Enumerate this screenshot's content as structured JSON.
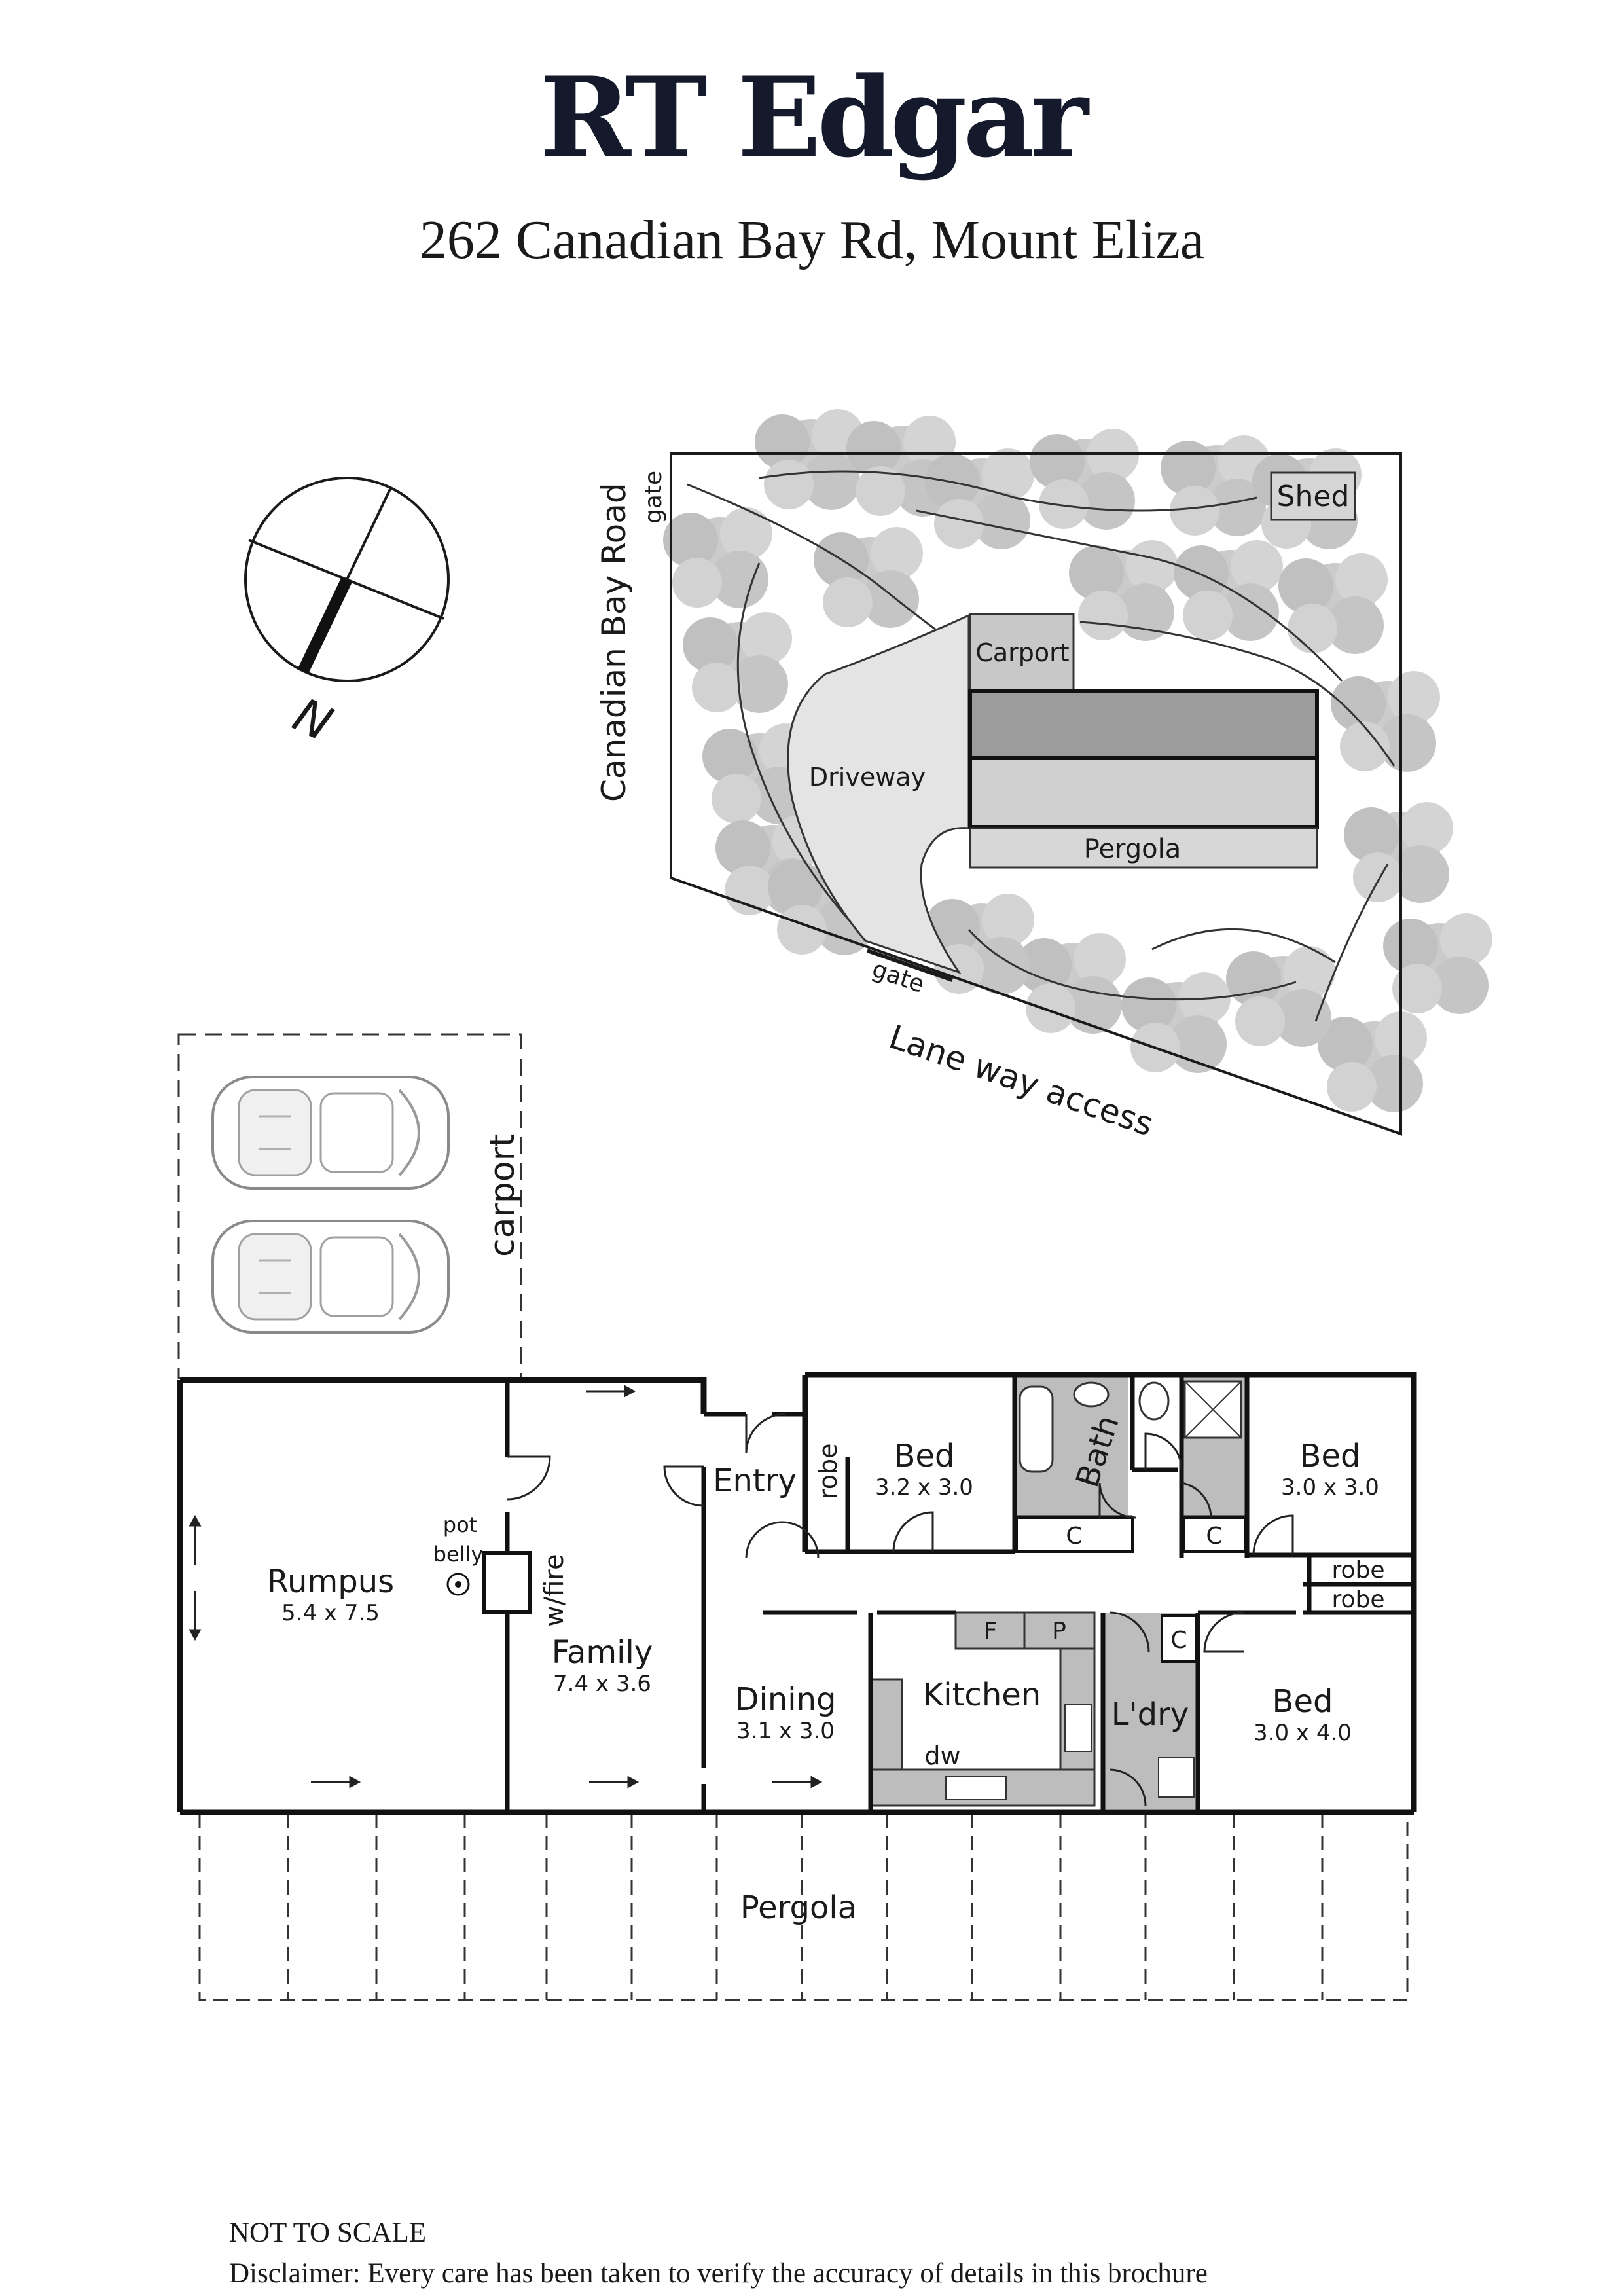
{
  "header": {
    "brand": "RT Edgar",
    "address": "262 Canadian Bay Rd, Mount Eliza"
  },
  "compass": {
    "label": "N"
  },
  "site_plan": {
    "road": "Canadian Bay Road",
    "gate_top": "gate",
    "gate_bottom": "gate",
    "shed": "Shed",
    "carport": "Carport",
    "driveway": "Driveway",
    "pergola": "Pergola",
    "laneway": "Lane way access"
  },
  "carport_label": "carport",
  "rooms": {
    "rumpus": {
      "name": "Rumpus",
      "size": "5.4 x 7.5"
    },
    "family": {
      "name": "Family",
      "size": "7.4 x 3.6"
    },
    "dining": {
      "name": "Dining",
      "size": "3.1 x 3.0"
    },
    "kitchen": {
      "name": "Kitchen"
    },
    "entry": {
      "name": "Entry"
    },
    "bed1": {
      "name": "Bed",
      "size": "3.2 x 3.0"
    },
    "bed2": {
      "name": "Bed",
      "size": "3.0 x 3.0"
    },
    "bed3": {
      "name": "Bed",
      "size": "3.0 x 4.0"
    },
    "bath": {
      "name": "Bath"
    },
    "laundry": {
      "name": "L'dry"
    },
    "pergola": {
      "name": "Pergola"
    }
  },
  "fixtures": {
    "pot": "pot",
    "belly": "belly",
    "wfire": "w/fire",
    "robe_entry": "robe",
    "robe_a": "robe",
    "robe_b": "robe",
    "cupboard_a": "C",
    "cupboard_b": "C",
    "cupboard_c": "C",
    "fridge": "F",
    "pantry": "P",
    "dishwasher": "dw"
  },
  "footer": {
    "scale": "NOT TO SCALE",
    "disclaimer": "Disclaimer: Every care has been taken to verify the accuracy of details in this brochure"
  }
}
